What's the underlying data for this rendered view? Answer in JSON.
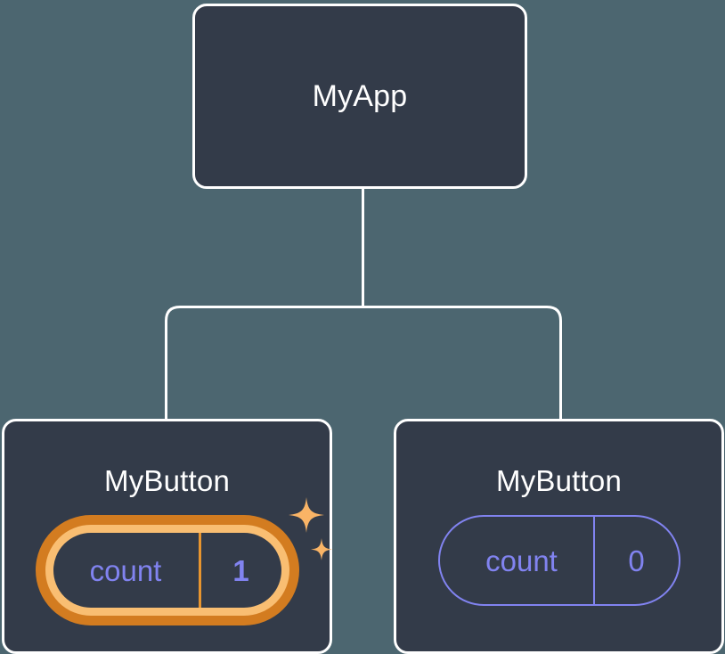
{
  "diagram": {
    "type": "component-tree",
    "title": "React component tree with state",
    "background_color": "#4c6670",
    "node_fill_color": "#333b49",
    "node_border_color": "#ffffff",
    "connector_color": "#ffffff",
    "state_color": "#8183f0",
    "highlight_outer_color": "#d37c20",
    "highlight_inner_color": "#f9be72",
    "sparkle_color": "#f9b466"
  },
  "nodes": {
    "root": {
      "label": "MyApp"
    },
    "children": [
      {
        "label": "MyButton",
        "state": {
          "key": "count",
          "value": "1"
        },
        "highlighted": true
      },
      {
        "label": "MyButton",
        "state": {
          "key": "count",
          "value": "0"
        },
        "highlighted": false
      }
    ]
  },
  "icons": {
    "sparkle_large": "sparkle-icon",
    "sparkle_small": "sparkle-icon"
  }
}
